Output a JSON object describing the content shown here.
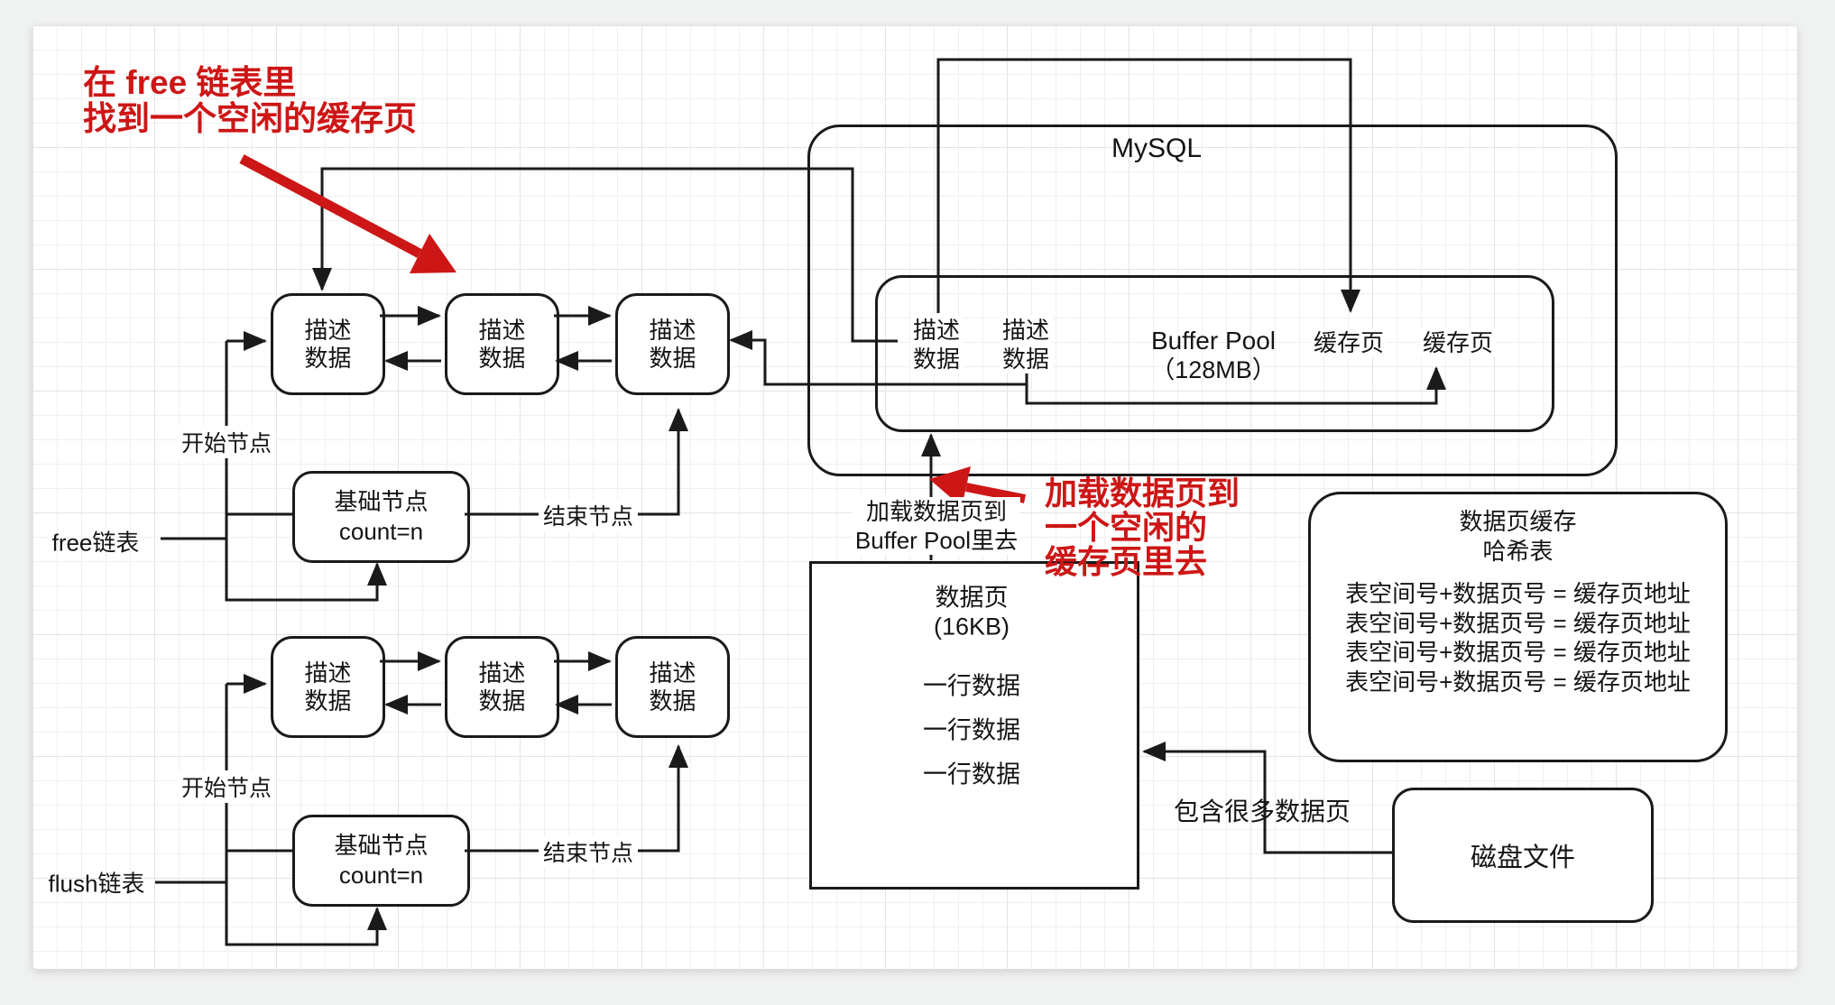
{
  "colors": {
    "accent_red": "#cd1616",
    "ink": "#1a1a1a",
    "grid": "#e9e9e9",
    "canvas_bg": "#ffffff"
  },
  "annotations": {
    "free_hint_line1": "在 free 链表里",
    "free_hint_line2": "找到一个空闲的缓存页",
    "load_hint_line1": "加载数据页到",
    "load_hint_line2": "一个空闲的",
    "load_hint_line3": "缓存页里去"
  },
  "free_list": {
    "list_label": "free链表",
    "node_line1": "描述",
    "node_line2": "数据",
    "base_line1": "基础节点",
    "base_line2": "count=n",
    "start_label": "开始节点",
    "end_label": "结束节点"
  },
  "flush_list": {
    "list_label": "flush链表",
    "node_line1": "描述",
    "node_line2": "数据",
    "base_line1": "基础节点",
    "base_line2": "count=n",
    "start_label": "开始节点",
    "end_label": "结束节点"
  },
  "mysql": {
    "title": "MySQL",
    "buffer_pool": {
      "title_line1": "Buffer Pool",
      "title_line2": "（128MB）",
      "desc_line1": "描述",
      "desc_line2": "数据",
      "cache_page_1": "缓存页",
      "cache_page_2": "缓存页"
    }
  },
  "load_label": {
    "line1": "加载数据页到",
    "line2": "Buffer Pool里去"
  },
  "data_page": {
    "title": "数据页",
    "size": "(16KB)",
    "rows": [
      "一行数据",
      "一行数据",
      "一行数据"
    ]
  },
  "disk": {
    "label": "磁盘文件",
    "contains_label": "包含很多数据页"
  },
  "hash_table": {
    "title_line1": "数据页缓存",
    "title_line2": "哈希表",
    "rows": [
      "表空间号+数据页号 = 缓存页地址",
      "表空间号+数据页号 = 缓存页地址",
      "表空间号+数据页号 = 缓存页地址",
      "表空间号+数据页号 = 缓存页地址"
    ]
  }
}
